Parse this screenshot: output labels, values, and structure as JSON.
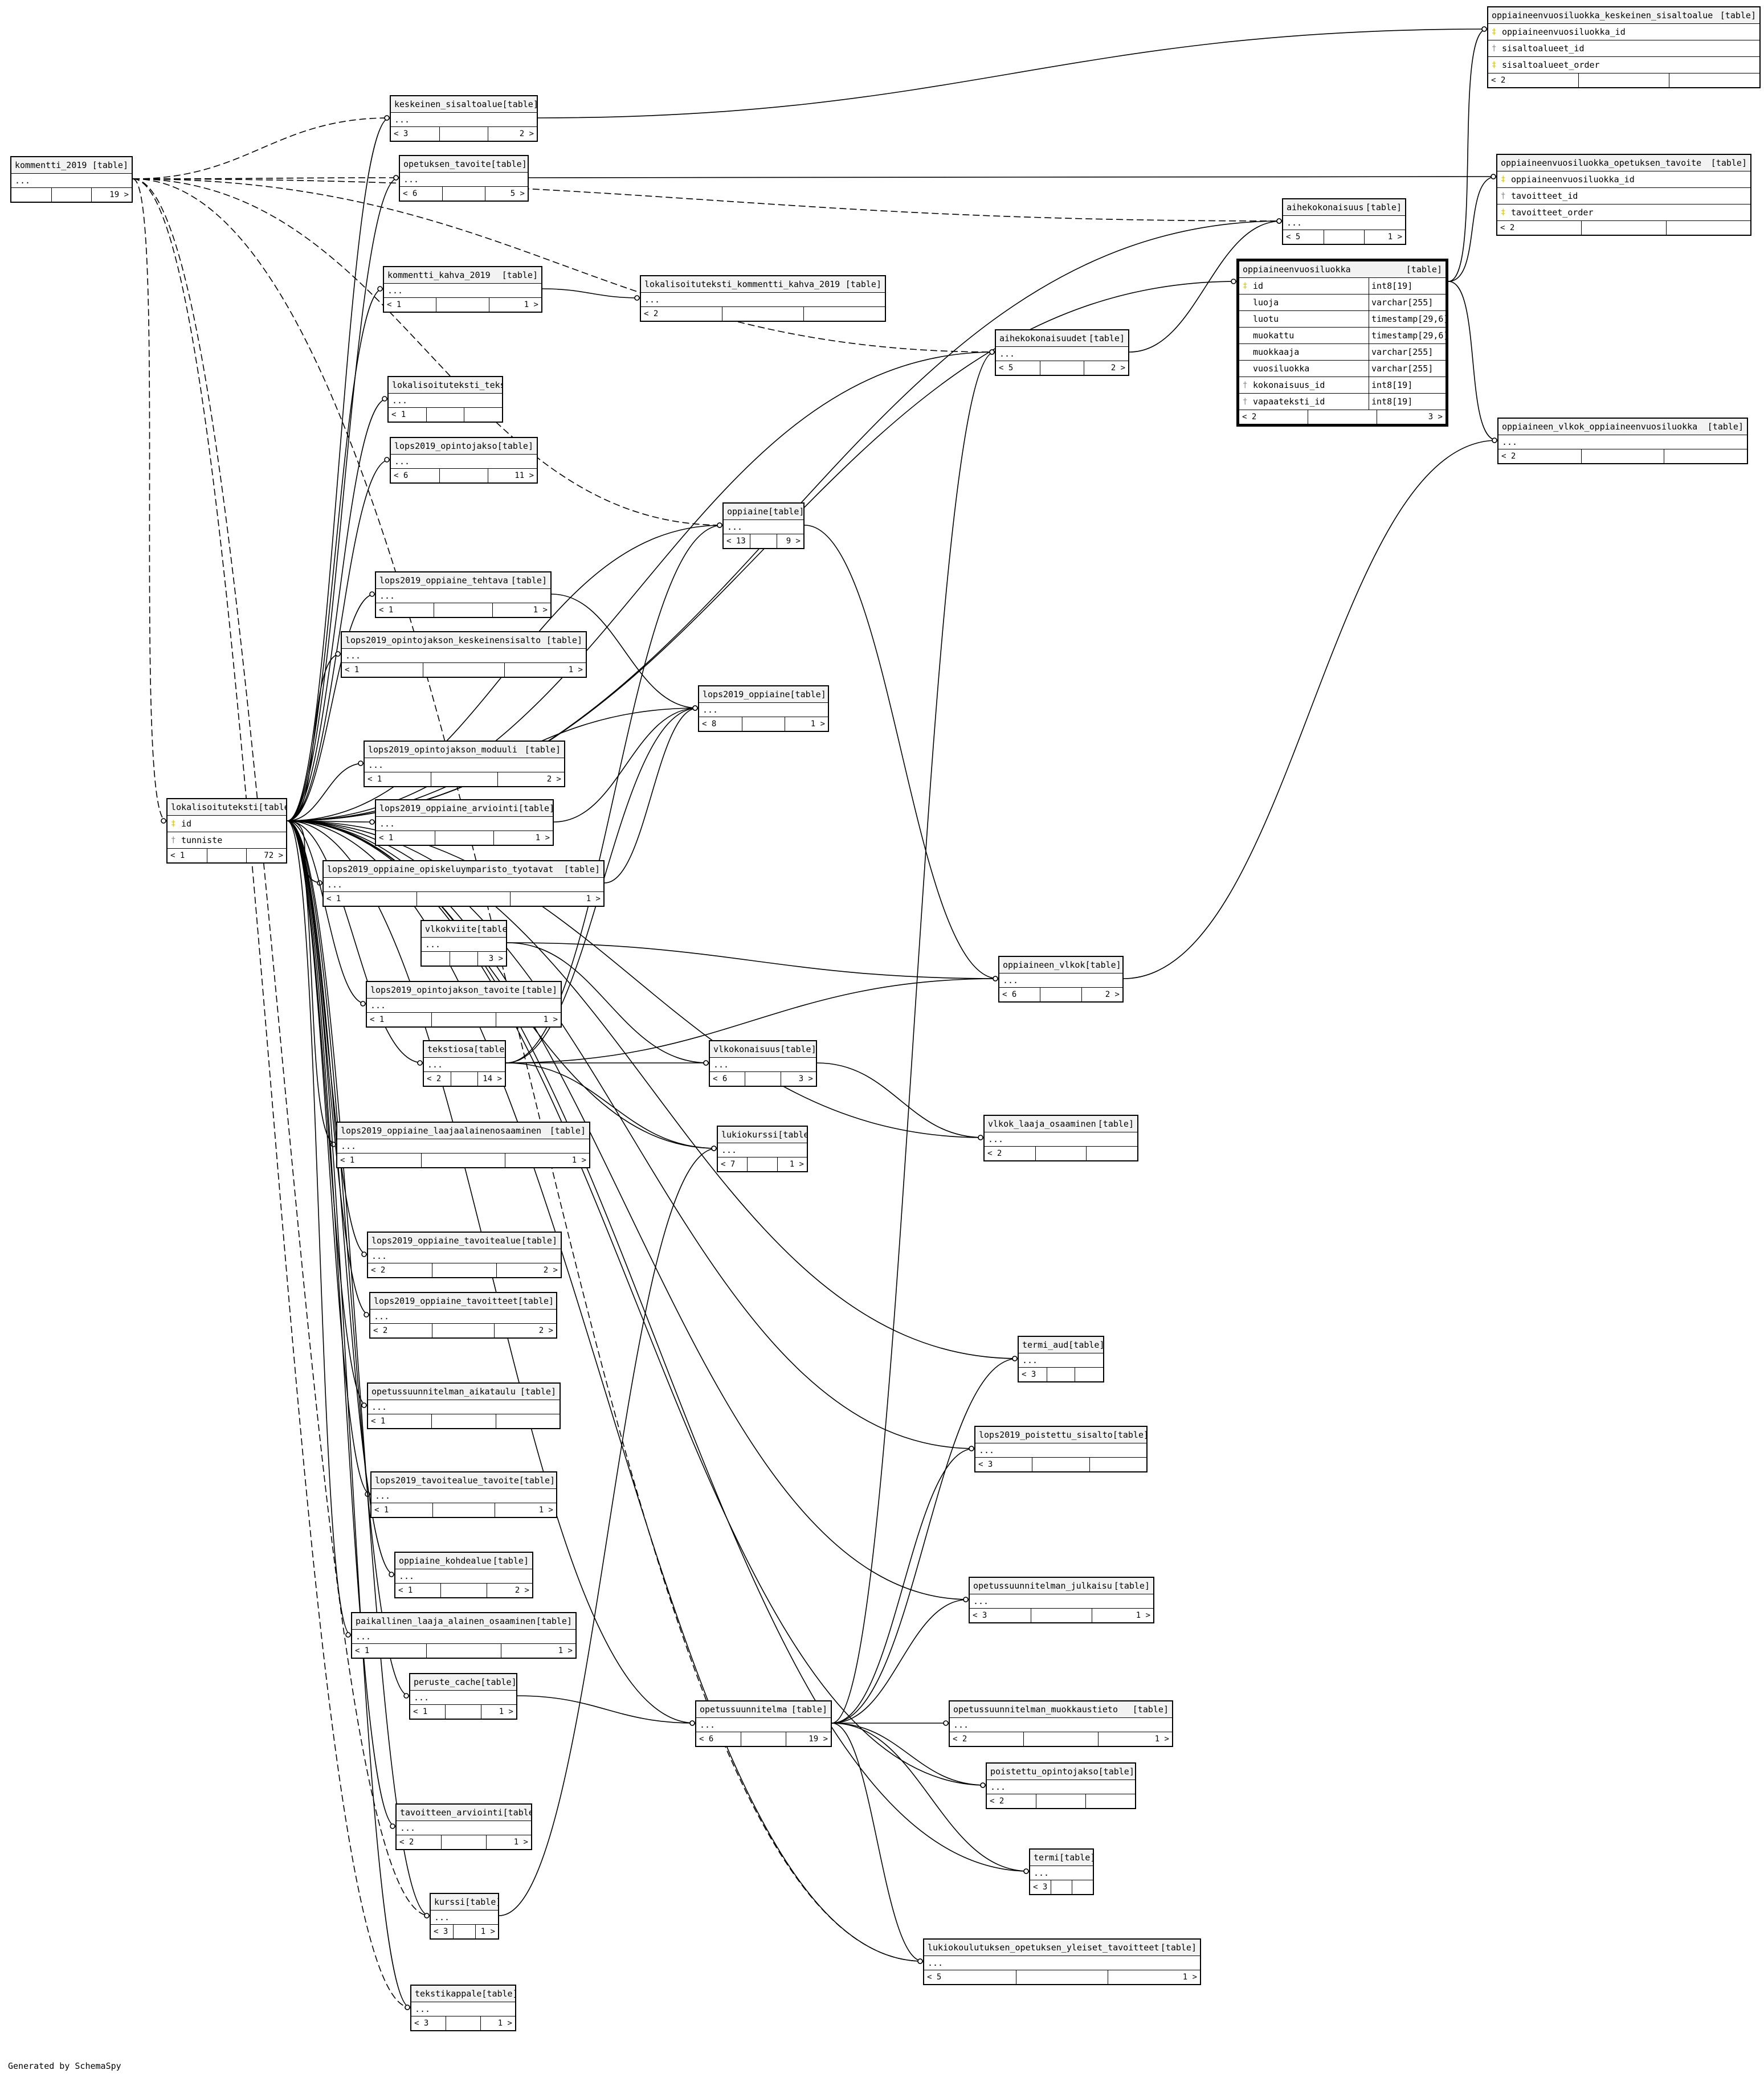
{
  "footer": "Generated by SchemaSpy",
  "tables": [
    {
      "id": "kommentti_2019",
      "name": "kommentti_2019",
      "tag": "[table]",
      "body": "...",
      "left": "",
      "right": "19 >"
    },
    {
      "id": "keskeinen_sisaltoalue",
      "name": "keskeinen_sisaltoalue",
      "tag": "[table]",
      "body": "...",
      "left": "< 3",
      "right": "2 >"
    },
    {
      "id": "opetuksen_tavoite",
      "name": "opetuksen_tavoite",
      "tag": "[table]",
      "body": "...",
      "left": "< 6",
      "right": "5 >"
    },
    {
      "id": "kommentti_kahva_2019",
      "name": "kommentti_kahva_2019",
      "tag": "[table]",
      "body": "...",
      "left": "< 1",
      "right": "1 >"
    },
    {
      "id": "lokalisoituteksti_kommentti_kahva_2019",
      "name": "lokalisoituteksti_kommentti_kahva_2019",
      "tag": "[table]",
      "body": "...",
      "left": "< 2",
      "right": ""
    },
    {
      "id": "lokalisoituteksti_teksti",
      "name": "lokalisoituteksti_teksti",
      "tag": "[table]",
      "body": "...",
      "left": "< 1",
      "right": ""
    },
    {
      "id": "lops2019_opintojakso",
      "name": "lops2019_opintojakso",
      "tag": "[table]",
      "body": "...",
      "left": "< 6",
      "right": "11 >"
    },
    {
      "id": "oppiaine",
      "name": "oppiaine",
      "tag": "[table]",
      "body": "...",
      "left": "< 13",
      "right": "9 >"
    },
    {
      "id": "lops2019_oppiaine_tehtava",
      "name": "lops2019_oppiaine_tehtava",
      "tag": "[table]",
      "body": "...",
      "left": "< 1",
      "right": "1 >"
    },
    {
      "id": "lops2019_opintojakson_keskeinensisalto",
      "name": "lops2019_opintojakson_keskeinensisalto",
      "tag": "[table]",
      "body": "...",
      "left": "< 1",
      "right": "1 >"
    },
    {
      "id": "lops2019_oppiaine",
      "name": "lops2019_oppiaine",
      "tag": "[table]",
      "body": "...",
      "left": "< 8",
      "right": "1 >"
    },
    {
      "id": "lops2019_opintojakson_moduuli",
      "name": "lops2019_opintojakson_moduuli",
      "tag": "[table]",
      "body": "...",
      "left": "< 1",
      "right": "2 >"
    },
    {
      "id": "lops2019_oppiaine_arviointi",
      "name": "lops2019_oppiaine_arviointi",
      "tag": "[table]",
      "body": "...",
      "left": "< 1",
      "right": "1 >"
    },
    {
      "id": "lops2019_oppiaine_opiskeluymparisto_tyotavat",
      "name": "lops2019_oppiaine_opiskeluymparisto_tyotavat",
      "tag": "[table]",
      "body": "...",
      "left": "< 1",
      "right": "1 >"
    },
    {
      "id": "vlkokviite",
      "name": "vlkokviite",
      "tag": "[table]",
      "body": "...",
      "left": "",
      "right": "3 >"
    },
    {
      "id": "lops2019_opintojakson_tavoite",
      "name": "lops2019_opintojakson_tavoite",
      "tag": "[table]",
      "body": "...",
      "left": "< 1",
      "right": "1 >"
    },
    {
      "id": "tekstiosa",
      "name": "tekstiosa",
      "tag": "[table]",
      "body": "...",
      "left": "< 2",
      "right": "14 >"
    },
    {
      "id": "vlkokonaisuus",
      "name": "vlkokonaisuus",
      "tag": "[table]",
      "body": "...",
      "left": "< 6",
      "right": "3 >"
    },
    {
      "id": "lops2019_oppiaine_laajaalainenosaaminen",
      "name": "lops2019_oppiaine_laajaalainenosaaminen",
      "tag": "[table]",
      "body": "...",
      "left": "< 1",
      "right": "1 >"
    },
    {
      "id": "lukiokurssi",
      "name": "lukiokurssi",
      "tag": "[table]",
      "body": "...",
      "left": "< 7",
      "right": "1 >"
    },
    {
      "id": "vlkok_laaja_osaaminen",
      "name": "vlkok_laaja_osaaminen",
      "tag": "[table]",
      "body": "...",
      "left": "< 2",
      "right": ""
    },
    {
      "id": "lops2019_oppiaine_tavoitealue",
      "name": "lops2019_oppiaine_tavoitealue",
      "tag": "[table]",
      "body": "...",
      "left": "< 2",
      "right": "2 >"
    },
    {
      "id": "lops2019_oppiaine_tavoitteet",
      "name": "lops2019_oppiaine_tavoitteet",
      "tag": "[table]",
      "body": "...",
      "left": "< 2",
      "right": "2 >"
    },
    {
      "id": "termi_aud",
      "name": "termi_aud",
      "tag": "[table]",
      "body": "...",
      "left": "< 3",
      "right": ""
    },
    {
      "id": "opetussuunnitelman_aikataulu",
      "name": "opetussuunnitelman_aikataulu",
      "tag": "[table]",
      "body": "...",
      "left": "< 1",
      "right": ""
    },
    {
      "id": "lops2019_poistettu_sisalto",
      "name": "lops2019_poistettu_sisalto",
      "tag": "[table]",
      "body": "...",
      "left": "< 3",
      "right": ""
    },
    {
      "id": "lops2019_tavoitealue_tavoite",
      "name": "lops2019_tavoitealue_tavoite",
      "tag": "[table]",
      "body": "...",
      "left": "< 1",
      "right": "1 >"
    },
    {
      "id": "oppiaine_kohdealue",
      "name": "oppiaine_kohdealue",
      "tag": "[table]",
      "body": "...",
      "left": "< 1",
      "right": "2 >"
    },
    {
      "id": "opetussuunnitelman_julkaisu",
      "name": "opetussuunnitelman_julkaisu",
      "tag": "[table]",
      "body": "...",
      "left": "< 3",
      "right": "1 >"
    },
    {
      "id": "paikallinen_laaja_alainen_osaaminen",
      "name": "paikallinen_laaja_alainen_osaaminen",
      "tag": "[table]",
      "body": "...",
      "left": "< 1",
      "right": "1 >"
    },
    {
      "id": "peruste_cache",
      "name": "peruste_cache",
      "tag": "[table]",
      "body": "...",
      "left": "< 1",
      "right": "1 >"
    },
    {
      "id": "opetussuunnitelma",
      "name": "opetussuunnitelma",
      "tag": "[table]",
      "body": "...",
      "left": "< 6",
      "right": "19 >"
    },
    {
      "id": "opetussuunnitelman_muokkaustieto",
      "name": "opetussuunnitelman_muokkaustieto",
      "tag": "[table]",
      "body": "...",
      "left": "< 2",
      "right": "1 >"
    },
    {
      "id": "poistettu_opintojakso",
      "name": "poistettu_opintojakso",
      "tag": "[table]",
      "body": "...",
      "left": "< 2",
      "right": ""
    },
    {
      "id": "tavoitteen_arviointi",
      "name": "tavoitteen_arviointi",
      "tag": "[table]",
      "body": "...",
      "left": "< 2",
      "right": "1 >"
    },
    {
      "id": "termi",
      "name": "termi",
      "tag": "[table]",
      "body": "...",
      "left": "< 3",
      "right": ""
    },
    {
      "id": "kurssi",
      "name": "kurssi",
      "tag": "[table]",
      "body": "...",
      "left": "< 3",
      "right": "1 >"
    },
    {
      "id": "lukiokoulutuksen_opetuksen_yleiset_tavoitteet",
      "name": "lukiokoulutuksen_opetuksen_yleiset_tavoitteet",
      "tag": "[table]",
      "body": "...",
      "left": "< 5",
      "right": "1 >"
    },
    {
      "id": "tekstikappale",
      "name": "tekstikappale",
      "tag": "[table]",
      "body": "...",
      "left": "< 3",
      "right": "1 >"
    },
    {
      "id": "aihekokonaisuus",
      "name": "aihekokonaisuus",
      "tag": "[table]",
      "body": "...",
      "left": "< 5",
      "right": "1 >"
    },
    {
      "id": "aihekokonaisuudet",
      "name": "aihekokonaisuudet",
      "tag": "[table]",
      "body": "...",
      "left": "< 5",
      "right": "2 >"
    },
    {
      "id": "oppiaineen_vlkok",
      "name": "oppiaineen_vlkok",
      "tag": "[table]",
      "body": "...",
      "left": "< 6",
      "right": "2 >"
    },
    {
      "id": "oppiaineen_vlkok_oppiaineenvuosiluokka",
      "name": "oppiaineen_vlkok_oppiaineenvuosiluokka",
      "tag": "[table]",
      "body": "...",
      "left": "< 2",
      "right": ""
    },
    {
      "id": "lokalisoituteksti",
      "name": "lokalisoituteksti",
      "tag": "[table]",
      "columns": [
        {
          "key": "pk",
          "name": "id"
        },
        {
          "key": "fk",
          "name": "tunniste"
        }
      ],
      "left": "< 1",
      "right": "72 >"
    },
    {
      "id": "oppiaineenvuosiluokka_keskeinen_sisaltoalue",
      "name": "oppiaineenvuosiluokka_keskeinen_sisaltoalue",
      "tag": "[table]",
      "columns": [
        {
          "key": "pk",
          "name": "oppiaineenvuosiluokka_id"
        },
        {
          "key": "fk",
          "name": "sisaltoalueet_id"
        },
        {
          "key": "pk",
          "name": "sisaltoalueet_order"
        }
      ],
      "left": "< 2",
      "right": ""
    },
    {
      "id": "oppiaineenvuosiluokka_opetuksen_tavoite",
      "name": "oppiaineenvuosiluokka_opetuksen_tavoite",
      "tag": "[table]",
      "columns": [
        {
          "key": "pk",
          "name": "oppiaineenvuosiluokka_id"
        },
        {
          "key": "fk",
          "name": "tavoitteet_id"
        },
        {
          "key": "pk",
          "name": "tavoitteet_order"
        }
      ],
      "left": "< 2",
      "right": ""
    },
    {
      "id": "oppiaineenvuosiluokka",
      "name": "oppiaineenvuosiluokka",
      "tag": "[table]",
      "focus": true,
      "columns": [
        {
          "key": "pk",
          "name": "id",
          "type": "int8[19]"
        },
        {
          "key": "",
          "name": "luoja",
          "type": "varchar[255]"
        },
        {
          "key": "",
          "name": "luotu",
          "type": "timestamp[29,6]"
        },
        {
          "key": "",
          "name": "muokattu",
          "type": "timestamp[29,6]"
        },
        {
          "key": "",
          "name": "muokkaaja",
          "type": "varchar[255]"
        },
        {
          "key": "",
          "name": "vuosiluokka",
          "type": "varchar[255]"
        },
        {
          "key": "fk",
          "name": "kokonaisuus_id",
          "type": "int8[19]"
        },
        {
          "key": "fk",
          "name": "vapaateksti_id",
          "type": "int8[19]"
        }
      ],
      "left": "< 2",
      "right": "3 >"
    }
  ]
}
